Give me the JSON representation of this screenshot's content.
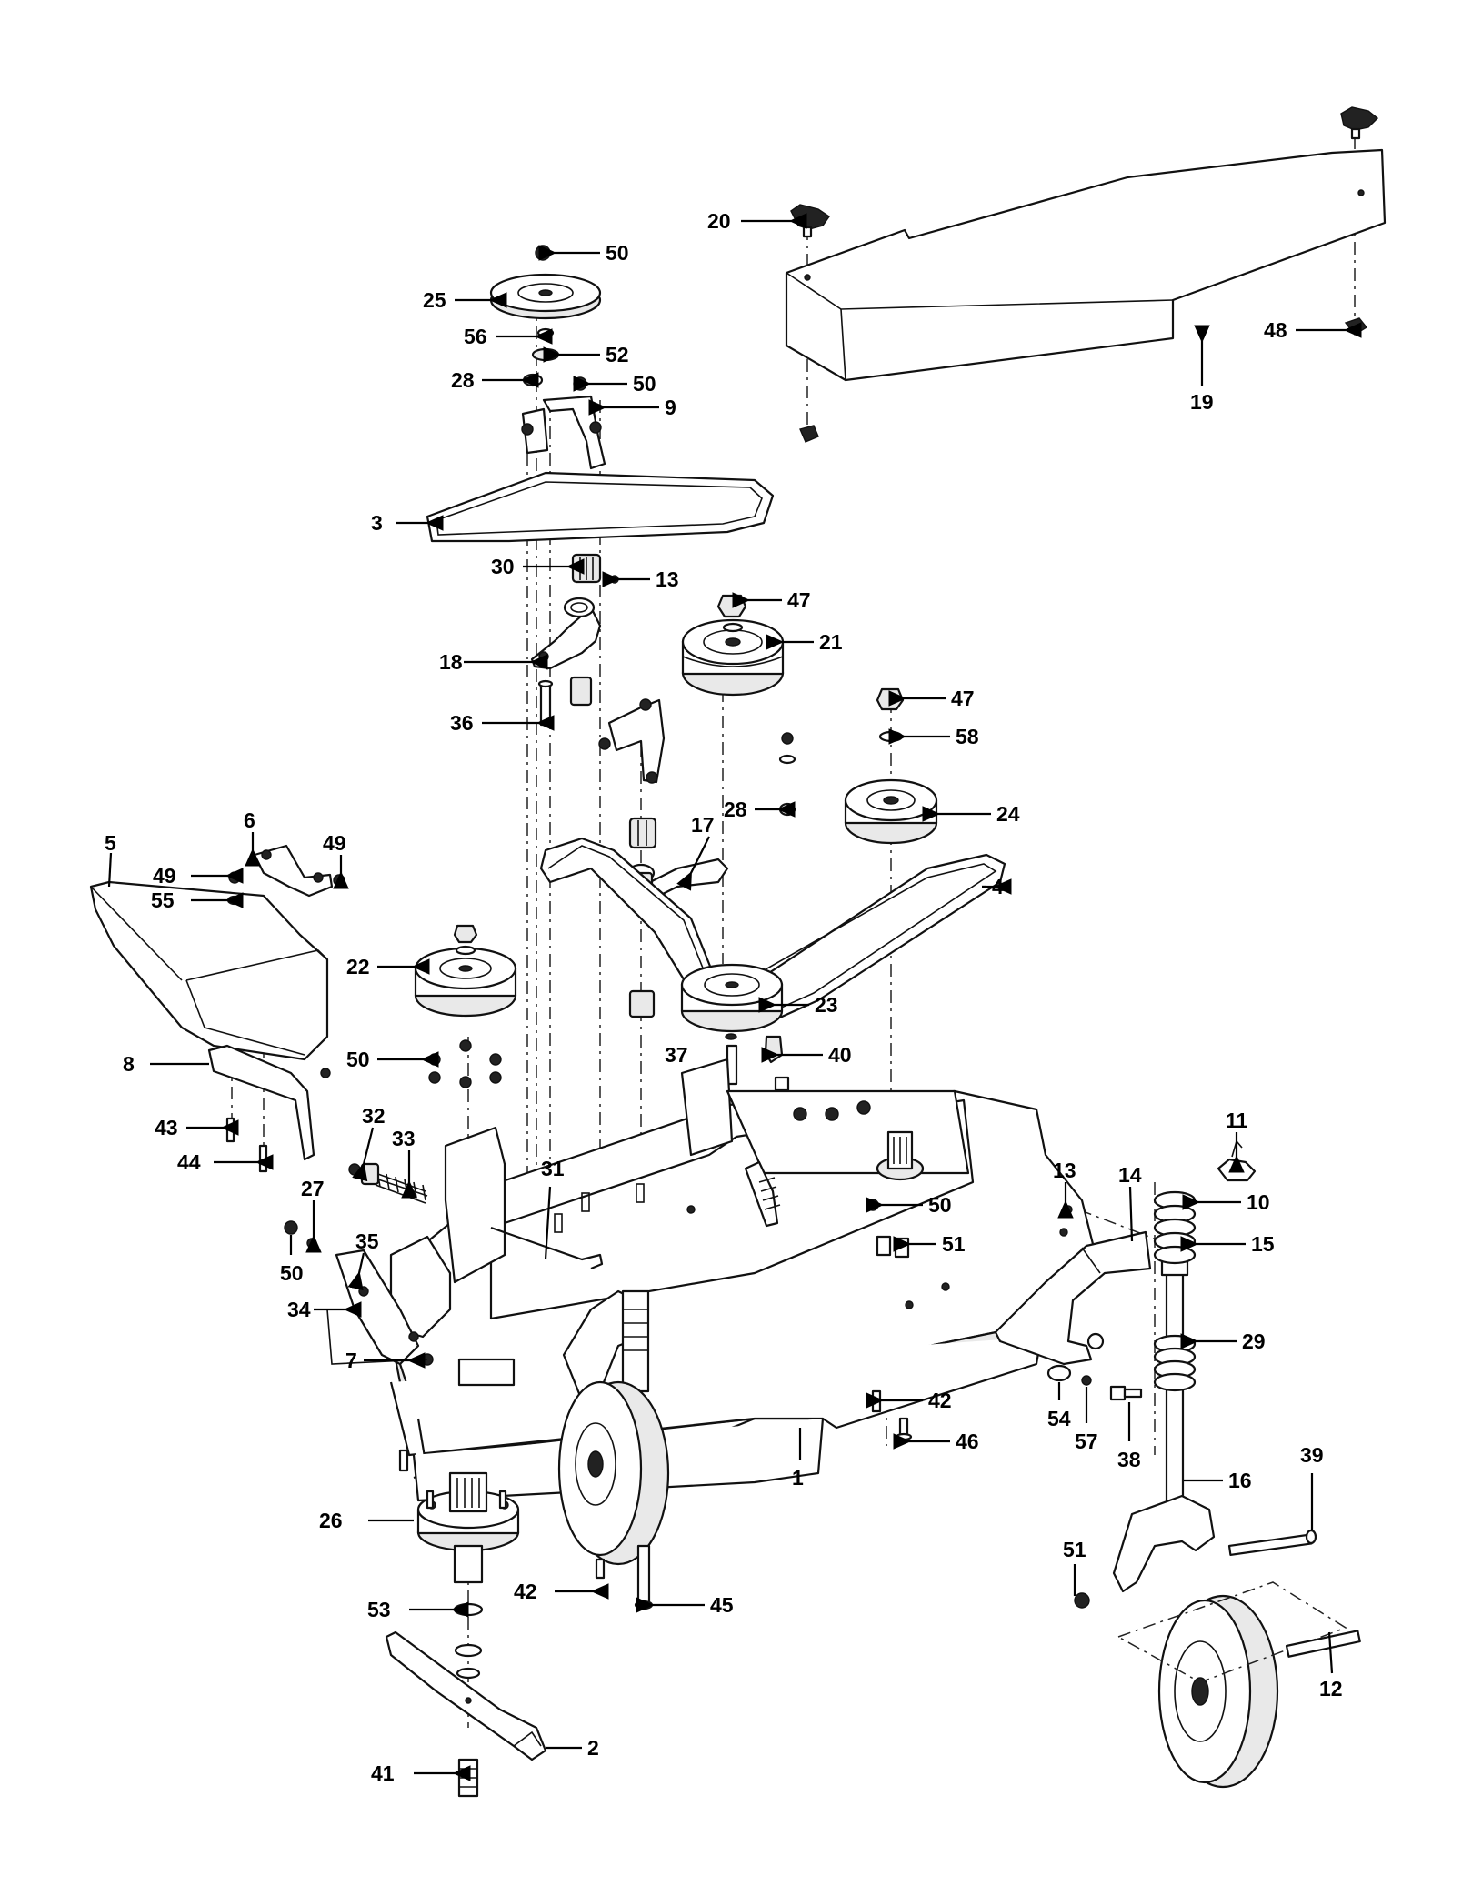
{
  "callouts": {
    "c1": "1",
    "c2": "2",
    "c3": "3",
    "c4": "4",
    "c5": "5",
    "c6": "6",
    "c7": "7",
    "c8": "8",
    "c9": "9",
    "c10": "10",
    "c11": "11",
    "c12": "12",
    "c13a": "13",
    "c13b": "13",
    "c14": "14",
    "c15": "15",
    "c16": "16",
    "c17": "17",
    "c18": "18",
    "c19": "19",
    "c20": "20",
    "c21": "21",
    "c22": "22",
    "c23": "23",
    "c24": "24",
    "c25": "25",
    "c26": "26",
    "c27": "27",
    "c28a": "28",
    "c28b": "28",
    "c29": "29",
    "c30": "30",
    "c31": "31",
    "c32": "32",
    "c33": "33",
    "c34": "34",
    "c35": "35",
    "c36": "36",
    "c37": "37",
    "c38": "38",
    "c39": "39",
    "c40": "40",
    "c41": "41",
    "c42a": "42",
    "c42b": "42",
    "c43": "43",
    "c44": "44",
    "c45": "45",
    "c46": "46",
    "c47a": "47",
    "c47b": "47",
    "c48": "48",
    "c49a": "49",
    "c49b": "49",
    "c50a": "50",
    "c50b": "50",
    "c50c": "50",
    "c50d": "50",
    "c50e": "50",
    "c51a": "51",
    "c51b": "51",
    "c52": "52",
    "c53": "53",
    "c54": "54",
    "c55": "55",
    "c56": "56",
    "c57": "57",
    "c58": "58"
  }
}
